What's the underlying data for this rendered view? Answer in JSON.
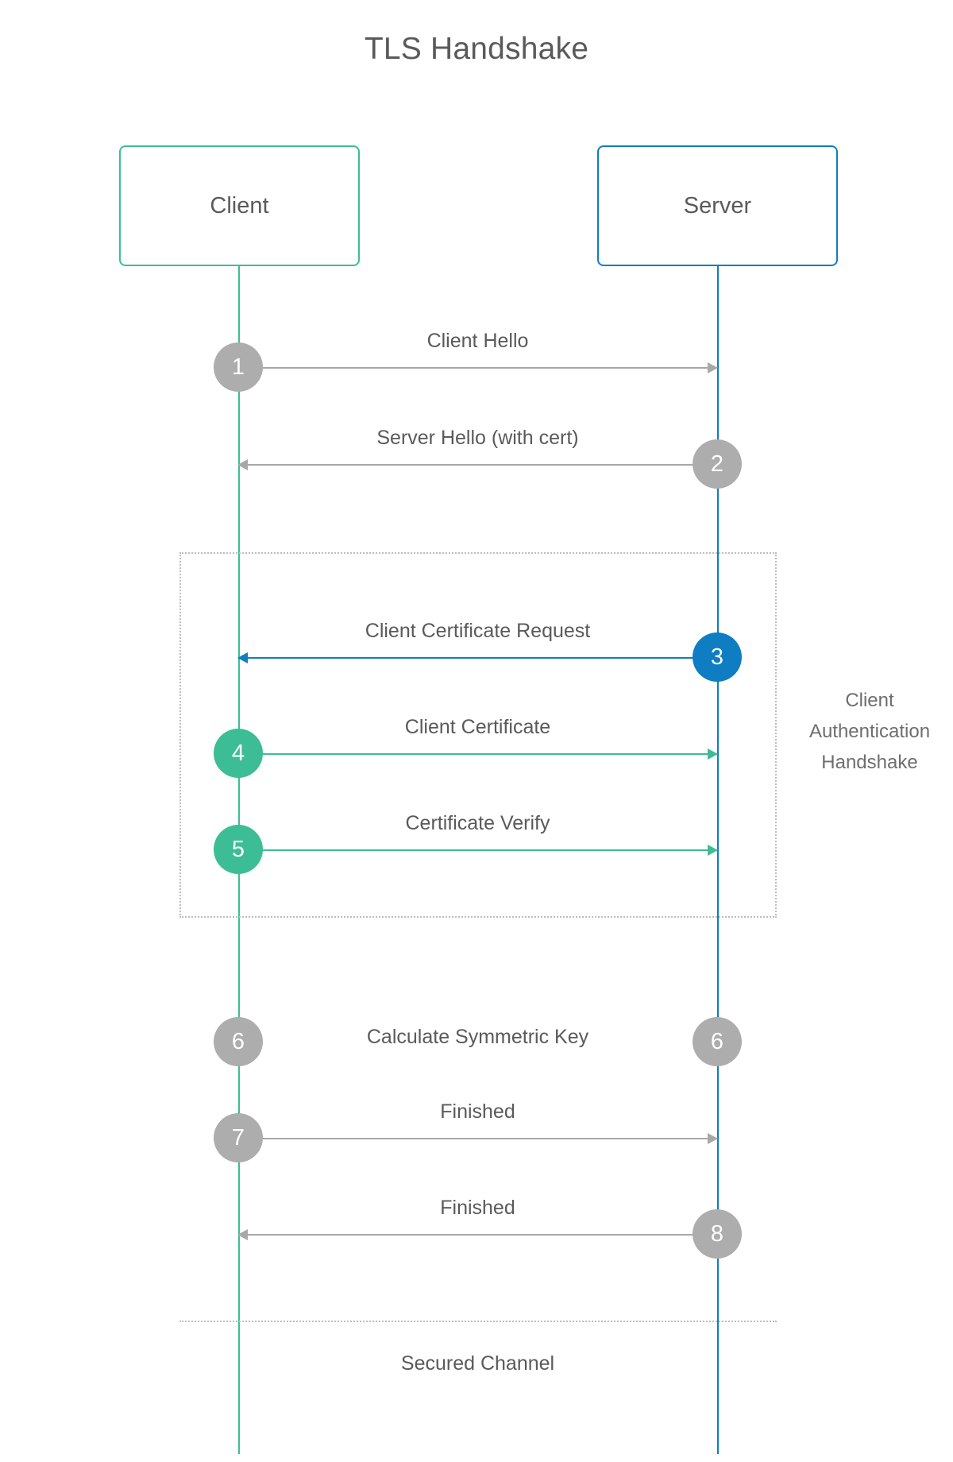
{
  "title": "TLS Handshake",
  "colors": {
    "client_accent": "#3cbd96",
    "server_accent": "#0f7dc2",
    "neutral": "#adadad",
    "text": "#5a5a5a",
    "dotted_border": "#bdbdbd"
  },
  "actors": {
    "client": {
      "label": "Client"
    },
    "server": {
      "label": "Server"
    }
  },
  "group": {
    "label_line1": "Client",
    "label_line2": "Authentication",
    "label_line3": "Handshake"
  },
  "secured": {
    "label": "Secured Channel"
  },
  "chart_data": {
    "type": "sequence-diagram",
    "title": "TLS Handshake",
    "participants": [
      "Client",
      "Server"
    ],
    "messages": [
      {
        "step": "1",
        "label": "Client Hello",
        "from": "Client",
        "to": "Server",
        "direction": "right",
        "color": "gray",
        "badge_side": "client"
      },
      {
        "step": "2",
        "label": "Server Hello (with cert)",
        "from": "Server",
        "to": "Client",
        "direction": "left",
        "color": "gray",
        "badge_side": "server"
      },
      {
        "step": "3",
        "label": "Client Certificate Request",
        "from": "Server",
        "to": "Client",
        "direction": "left",
        "color": "blue",
        "badge_side": "server"
      },
      {
        "step": "4",
        "label": "Client Certificate",
        "from": "Client",
        "to": "Server",
        "direction": "right",
        "color": "green",
        "badge_side": "client"
      },
      {
        "step": "5",
        "label": "Certificate Verify",
        "from": "Client",
        "to": "Server",
        "direction": "right",
        "color": "green",
        "badge_side": "client"
      },
      {
        "step": "6",
        "label": "Calculate Symmetric Key",
        "from": "Client",
        "to": "Server",
        "direction": "none",
        "color": "gray",
        "badge_side": "both"
      },
      {
        "step": "7",
        "label": "Finished",
        "from": "Client",
        "to": "Server",
        "direction": "right",
        "color": "gray",
        "badge_side": "client"
      },
      {
        "step": "8",
        "label": "Finished",
        "from": "Server",
        "to": "Client",
        "direction": "left",
        "color": "gray",
        "badge_side": "server"
      }
    ],
    "group_box": {
      "label": "Client Authentication Handshake",
      "covers_steps": [
        "3",
        "4",
        "5"
      ]
    },
    "footer_region": "Secured Channel"
  },
  "steps": {
    "s1": {
      "num": "1",
      "label": "Client Hello"
    },
    "s2": {
      "num": "2",
      "label": "Server Hello (with cert)"
    },
    "s3": {
      "num": "3",
      "label": "Client Certificate Request"
    },
    "s4": {
      "num": "4",
      "label": "Client Certificate"
    },
    "s5": {
      "num": "5",
      "label": "Certificate Verify"
    },
    "s6": {
      "num": "6",
      "num2": "6",
      "label": "Calculate Symmetric Key"
    },
    "s7": {
      "num": "7",
      "label": "Finished"
    },
    "s8": {
      "num": "8",
      "label": "Finished"
    }
  }
}
